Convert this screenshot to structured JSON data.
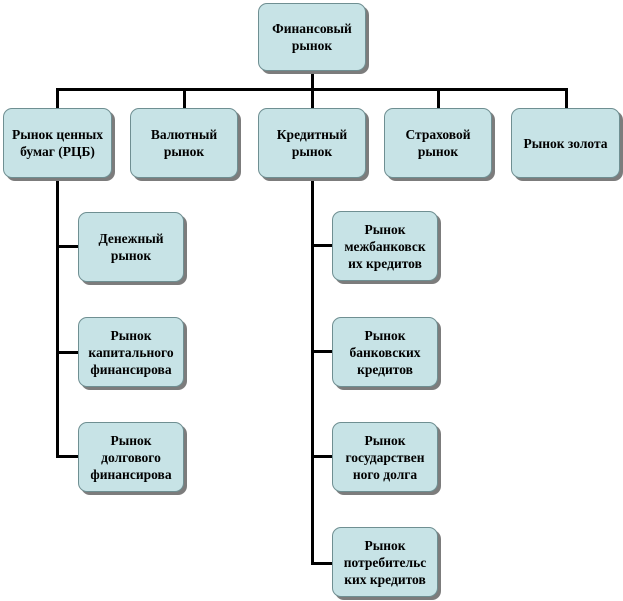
{
  "root": {
    "label": "Финансовый рынок"
  },
  "top_level": [
    {
      "id": "securities",
      "label": "Рынок ценных бумаг (РЦБ)"
    },
    {
      "id": "currency",
      "label": "Валютный рынок"
    },
    {
      "id": "credit",
      "label": "Кредитный рынок"
    },
    {
      "id": "insurance",
      "label": "Страховой рынок"
    },
    {
      "id": "gold",
      "label": "Рынок золота"
    }
  ],
  "securities_children": [
    {
      "label": "Денежный рынок"
    },
    {
      "label": "Рынок капитального финансирова"
    },
    {
      "label": "Рынок долгового финансирова"
    }
  ],
  "credit_children": [
    {
      "label": "Рынок межбанковск их кредитов"
    },
    {
      "label": "Рынок банковских кредитов"
    },
    {
      "label": "Рынок государствен ного долга"
    },
    {
      "label": "Рынок потребительс ких кредитов"
    }
  ],
  "colors": {
    "box_fill": "#c7e3e6",
    "box_border": "#6f8f92",
    "box_shadow": "#7c7c7c",
    "connector": "#000000"
  }
}
